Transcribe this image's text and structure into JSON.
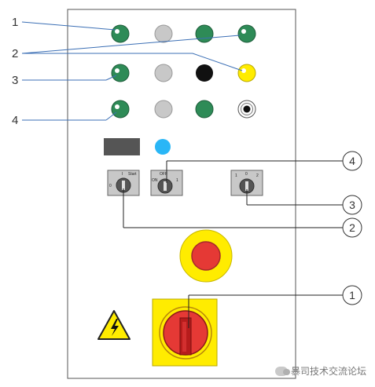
{
  "callouts_left": [
    "1",
    "2",
    "3",
    "4"
  ],
  "callouts_right": [
    "4",
    "3",
    "2",
    "1"
  ],
  "switch_labels": {
    "left": {
      "top": "I",
      "side": "0",
      "right": "Start"
    },
    "middle": {
      "top": "OFF",
      "left": "ON",
      "right": "1"
    },
    "right": {
      "top": "0",
      "left": "1",
      "right": "2"
    }
  },
  "watermark": "暴司技术交流论坛",
  "colors": {
    "green": "#2e8b57",
    "grey": "#c8c8c8",
    "black": "#111111",
    "yellow": "#ffec00",
    "blue": "#29b6f6",
    "red": "#e53935",
    "callout_line": "#3b6fb5"
  }
}
